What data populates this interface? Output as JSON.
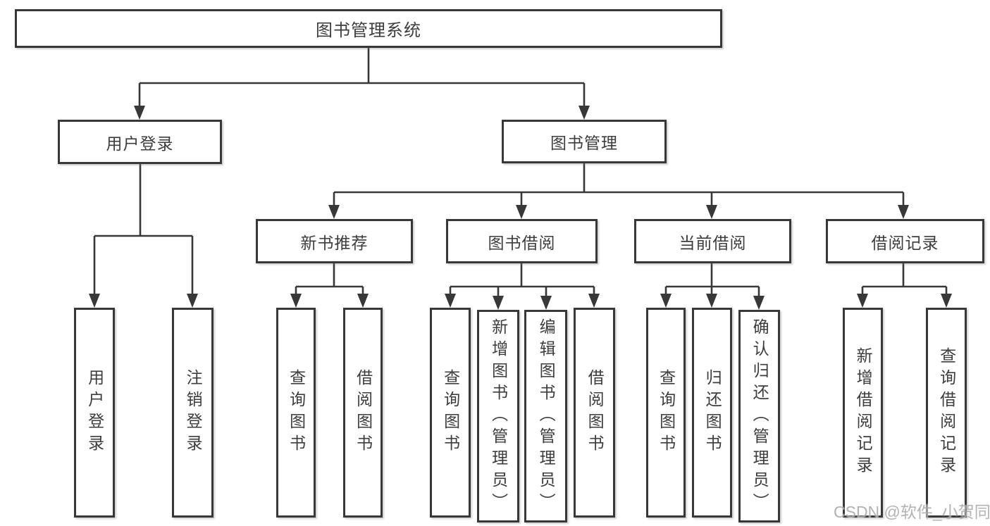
{
  "diagram_type": "hierarchy-chart",
  "colors": {
    "line": "#383838",
    "box_border": "#383838",
    "text": "#3d3d3d",
    "watermark": "#ababab",
    "background": "#ffffff"
  },
  "tree": {
    "label": "图书管理系统",
    "children": [
      {
        "label": "用户登录",
        "children": [
          {
            "label": "用户登录"
          },
          {
            "label": "注销登录"
          }
        ]
      },
      {
        "label": "图书管理",
        "children": [
          {
            "label": "新书推荐",
            "children": [
              {
                "label": "查询图书"
              },
              {
                "label": "借阅图书"
              }
            ]
          },
          {
            "label": "图书借阅",
            "children": [
              {
                "label": "查询图书"
              },
              {
                "label": "新增图书（管理员）"
              },
              {
                "label": "编辑图书（管理员）"
              },
              {
                "label": "借阅图书"
              }
            ]
          },
          {
            "label": "当前借阅",
            "children": [
              {
                "label": "查询图书"
              },
              {
                "label": "归还图书"
              },
              {
                "label": "确认归还（管理员）"
              }
            ]
          },
          {
            "label": "借阅记录",
            "children": [
              {
                "label": "新增借阅记录"
              },
              {
                "label": "查询借阅记录"
              }
            ]
          }
        ]
      }
    ]
  },
  "watermark": {
    "text": "CSDN @软件_小贺同学"
  }
}
